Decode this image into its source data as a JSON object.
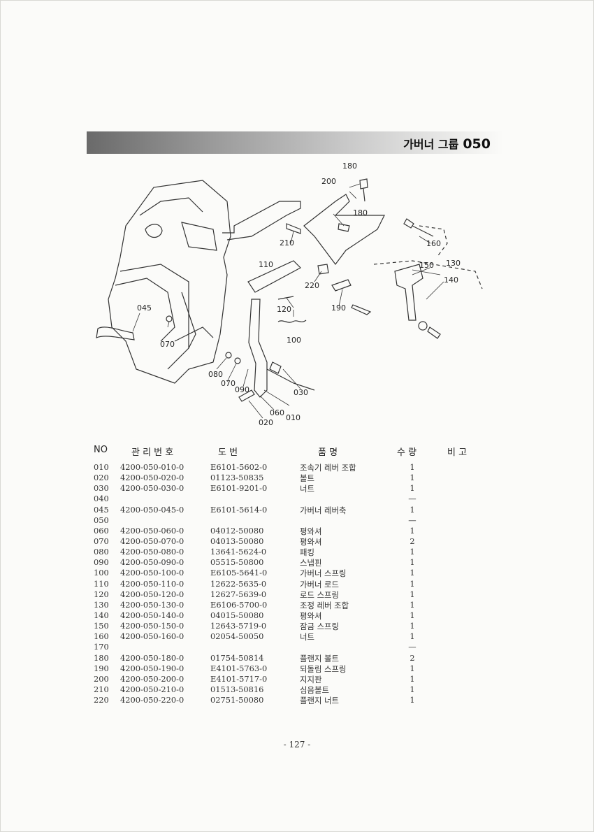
{
  "section": {
    "title": "가버너 그룹",
    "code": "050"
  },
  "callouts": [
    "180",
    "200",
    "180",
    "210",
    "160",
    "150",
    "130",
    "140",
    "110",
    "220",
    "120",
    "190",
    "045",
    "100",
    "070",
    "080",
    "070",
    "090",
    "030",
    "060",
    "010",
    "020"
  ],
  "table": {
    "headers": {
      "no": "NO",
      "mgmt": "관 리 번 호",
      "drawing": "도  번",
      "name": "품  명",
      "qty": "수 량",
      "remark": "비 고"
    },
    "rows": [
      {
        "no": "010",
        "mgmt": "4200-050-010-0",
        "drawing": "E6101-5602-0",
        "name": "조속기 레버 조합",
        "qty": "1"
      },
      {
        "no": "020",
        "mgmt": "4200-050-020-0",
        "drawing": "01123-50835",
        "name": "볼트",
        "qty": "1"
      },
      {
        "no": "030",
        "mgmt": "4200-050-030-0",
        "drawing": "E6101-9201-0",
        "name": "너트",
        "qty": "1"
      },
      {
        "no": "040",
        "mgmt": "",
        "drawing": "",
        "name": "",
        "qty": "—"
      },
      {
        "no": "045",
        "mgmt": "4200-050-045-0",
        "drawing": "E6101-5614-0",
        "name": "가버너 레버축",
        "qty": "1"
      },
      {
        "no": "050",
        "mgmt": "",
        "drawing": "",
        "name": "",
        "qty": "—"
      },
      {
        "no": "060",
        "mgmt": "4200-050-060-0",
        "drawing": "04012-50080",
        "name": "평와셔",
        "qty": "1"
      },
      {
        "no": "070",
        "mgmt": "4200-050-070-0",
        "drawing": "04013-50080",
        "name": "평와셔",
        "qty": "2"
      },
      {
        "no": "080",
        "mgmt": "4200-050-080-0",
        "drawing": "13641-5624-0",
        "name": "패킹",
        "qty": "1"
      },
      {
        "no": "090",
        "mgmt": "4200-050-090-0",
        "drawing": "05515-50800",
        "name": "스냅핀",
        "qty": "1"
      },
      {
        "no": "100",
        "mgmt": "4200-050-100-0",
        "drawing": "E6105-5641-0",
        "name": "가버너 스프링",
        "qty": "1"
      },
      {
        "no": "110",
        "mgmt": "4200-050-110-0",
        "drawing": "12622-5635-0",
        "name": "가버너 로드",
        "qty": "1"
      },
      {
        "no": "120",
        "mgmt": "4200-050-120-0",
        "drawing": "12627-5639-0",
        "name": "로드 스프링",
        "qty": "1"
      },
      {
        "no": "130",
        "mgmt": "4200-050-130-0",
        "drawing": "E6106-5700-0",
        "name": "조정 레버 조합",
        "qty": "1"
      },
      {
        "no": "140",
        "mgmt": "4200-050-140-0",
        "drawing": "04015-50080",
        "name": "평와셔",
        "qty": "1"
      },
      {
        "no": "150",
        "mgmt": "4200-050-150-0",
        "drawing": "12643-5719-0",
        "name": "잠금 스프링",
        "qty": "1"
      },
      {
        "no": "160",
        "mgmt": "4200-050-160-0",
        "drawing": "02054-50050",
        "name": "너트",
        "qty": "1"
      },
      {
        "no": "170",
        "mgmt": "",
        "drawing": "",
        "name": "",
        "qty": "—"
      },
      {
        "no": "180",
        "mgmt": "4200-050-180-0",
        "drawing": "01754-50814",
        "name": "플랜지 볼트",
        "qty": "2"
      },
      {
        "no": "190",
        "mgmt": "4200-050-190-0",
        "drawing": "E4101-5763-0",
        "name": "되돌림 스프링",
        "qty": "1"
      },
      {
        "no": "200",
        "mgmt": "4200-050-200-0",
        "drawing": "E4101-5717-0",
        "name": "지지판",
        "qty": "1"
      },
      {
        "no": "210",
        "mgmt": "4200-050-210-0",
        "drawing": "01513-50816",
        "name": "심음볼트",
        "qty": "1"
      },
      {
        "no": "220",
        "mgmt": "4200-050-220-0",
        "drawing": "02751-50080",
        "name": "플랜지 너트",
        "qty": "1"
      }
    ]
  },
  "page_number": "- 127 -"
}
